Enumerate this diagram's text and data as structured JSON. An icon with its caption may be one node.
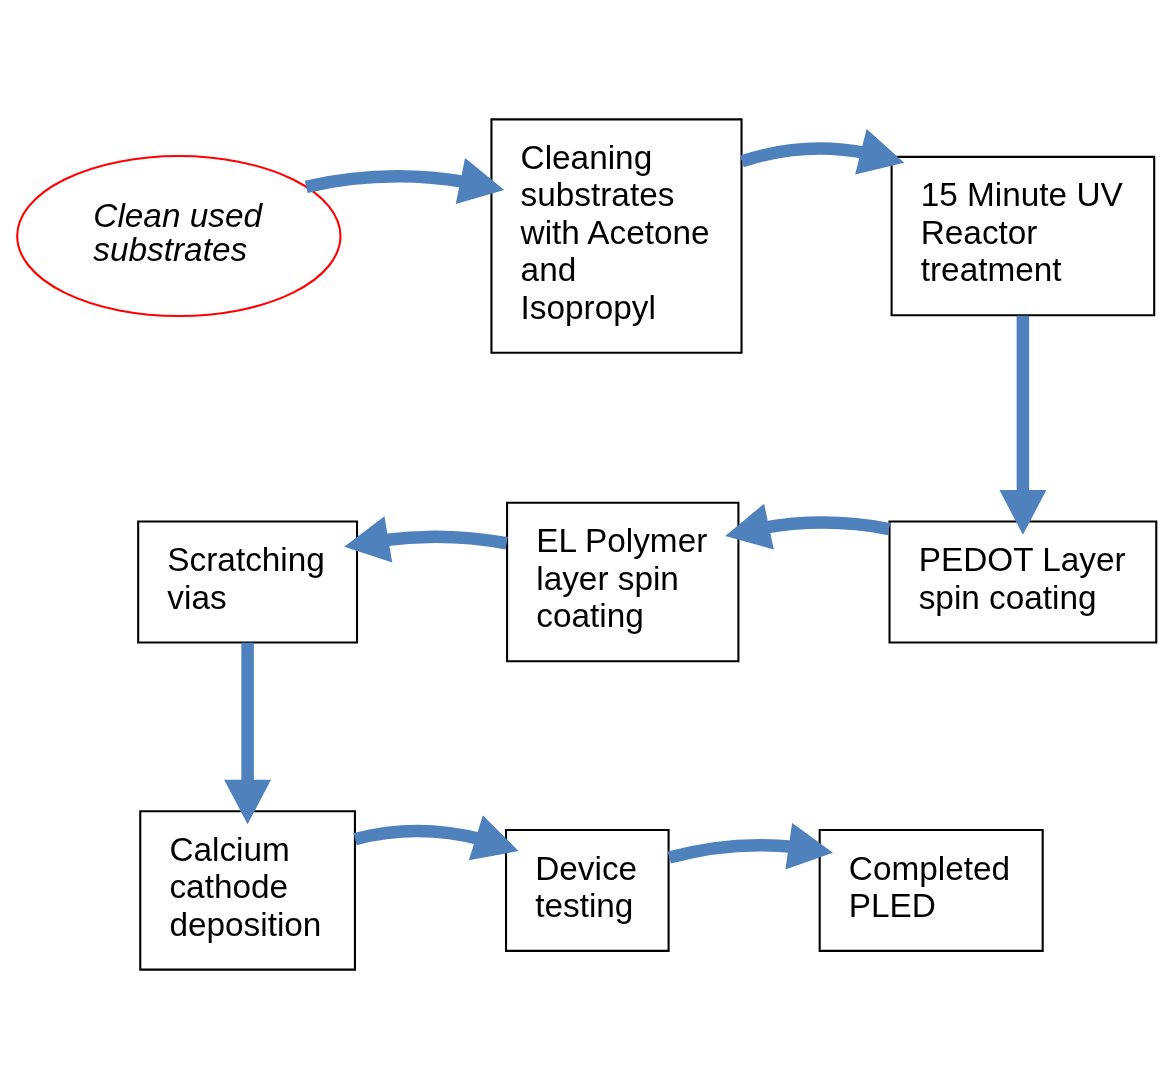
{
  "diagram": {
    "nodes": [
      {
        "text": [
          "Clean used substrates"
        ]
      },
      {
        "text": [
          "Cleaning substrates with Acetone and Isopropyl"
        ]
      },
      {
        "text": [
          "15 Minute UV Reactor treatment"
        ]
      },
      {
        "text": [
          "PEDOT Layer spin coating"
        ]
      },
      {
        "text": [
          "EL Polymer layer spin coating"
        ]
      },
      {
        "text": [
          "Scratching vias"
        ]
      },
      {
        "text": [
          "Calcium cathode deposition"
        ]
      },
      {
        "text": [
          "Device testing"
        ]
      },
      {
        "text": [
          "Completed PLED"
        ]
      }
    ],
    "edges": [
      {
        "from": 0,
        "to": 1,
        "arrow": "to"
      },
      {
        "from": 1,
        "to": 2,
        "arrow": "to"
      },
      {
        "from": 2,
        "to": 3,
        "arrow": "to"
      },
      {
        "from": 3,
        "to": 4,
        "arrow": "to"
      },
      {
        "from": 4,
        "to": 5,
        "arrow": "to"
      },
      {
        "from": 5,
        "to": 6,
        "arrow": "to"
      },
      {
        "from": 6,
        "to": 7,
        "arrow": "to"
      },
      {
        "from": 7,
        "to": 8,
        "arrow": "to"
      }
    ]
  }
}
